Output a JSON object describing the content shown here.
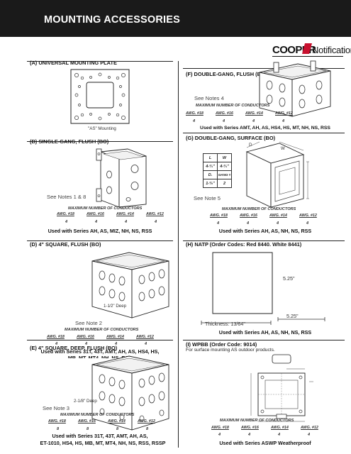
{
  "header": {
    "title": "MOUNTING ACCESSORIES"
  },
  "logo": {
    "brand": "COOPER",
    "product": "Notification"
  },
  "conductor_columns": [
    "AWG. #18",
    "AWG. #16",
    "AWG. #14",
    "AWG. #12"
  ],
  "max_conductors_label": "MAXIMUM NUMBER OF CONDUCTORS",
  "sections": {
    "a": {
      "title": "(A) UNIVERSAL MOUNTING PLATE",
      "caption": "\"AS\" Mounting"
    },
    "b": {
      "title": "(B) SINGLE-GANG, FLUSH (BO)",
      "note": "See Notes 1 & 8",
      "values": [
        "4",
        "4",
        "4",
        "4"
      ],
      "used": "Used with Series AH, AS, MIZ, NH, NS, RSS"
    },
    "d": {
      "title": "(D) 4\" SQUARE, FLUSH (BO)",
      "depth": "1-1⁄2\" Deep",
      "note": "See Note 2",
      "values": [
        "4",
        "4",
        "4",
        "4"
      ],
      "used_line1": "Used with Series 31T, 43T, AMT, AH, AS, HS4, HS,",
      "used_line2": "MB, MT, MT4, NH, NS, RSS"
    },
    "e": {
      "title": "(E) 4\" SQUARE, DEEP, FLUSH (BO)",
      "depth": "2-1/8\" Deep",
      "note": "See Note 3",
      "values": [
        "8",
        "8",
        "8",
        "8"
      ],
      "used_line1": "Used with Series 31T, 43T, AMT, AH, AS,",
      "used_line2": "ET-1010, HS4, HS, MB, MT, MT4, NH, NS, RSS, RSSP"
    },
    "f": {
      "title": "(F) DOUBLE-GANG, FLUSH (BO)",
      "note": "See Notes 4",
      "values": [
        "4",
        "4",
        "4",
        "4"
      ],
      "used": "Used with Series AMT, AH, AS, HS4, HS, MT, NH, NS, RSS"
    },
    "g": {
      "title": "(G) DOUBLE-GANG, SURFACE (BO)",
      "dim_d": "D",
      "dim_w": "W",
      "table": [
        [
          "L",
          "W"
        ],
        [
          "4-³⁄₄\"",
          "4-³⁄₄\""
        ],
        [
          "D.",
          "GANG #"
        ],
        [
          "1-³⁄₈\"",
          "2"
        ]
      ],
      "note": "See Note 5",
      "values": [
        "4",
        "4",
        "4",
        "4"
      ],
      "used": "Used with Series AH, AS, NH, NS, RSS"
    },
    "h": {
      "title": "(H) NATP (Order Codes:  Red 8440. White 8441)",
      "dim_height": "5.25\"",
      "dim_width": "5.25\"",
      "thickness": "Thickness:  13/64\"",
      "used": "Used with Series AH, AS, NH, NS, RSS"
    },
    "i": {
      "title": "(I) WPBB (Order Code:  9014)",
      "subtitle": "For surface mounting AS outdoor products.",
      "values": [
        "4",
        "4",
        "4",
        "4"
      ],
      "used": "Used with Series ASWP Weatherproof"
    }
  }
}
